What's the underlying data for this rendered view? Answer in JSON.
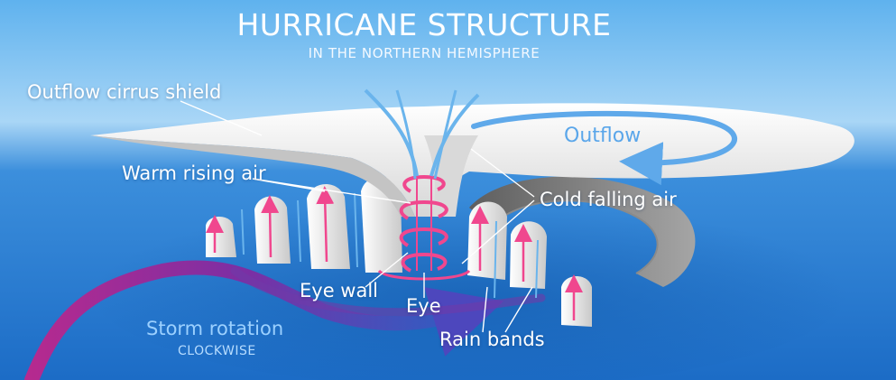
{
  "title": "HURRICANE STRUCTURE",
  "subtitle": "IN THE NORTHERN HEMISPHERE",
  "labels": {
    "outflow_cirrus_shield": "Outflow cirrus shield",
    "warm_rising_air": "Warm rising air",
    "cold_falling_air": "Cold falling air",
    "outflow": "Outflow",
    "eye_wall": "Eye wall",
    "eye": "Eye",
    "rain_bands": "Rain bands",
    "storm_rotation": "Storm rotation",
    "clockwise": "CLOCKWISE"
  },
  "colors": {
    "sky_top": "#5fb2ee",
    "ocean": "#1f74cc",
    "cloud": "#eeeeee",
    "warm_air": "#f0478e",
    "cold_air": "#6ab4ec",
    "storm_arrow": "#8a2c9e"
  }
}
